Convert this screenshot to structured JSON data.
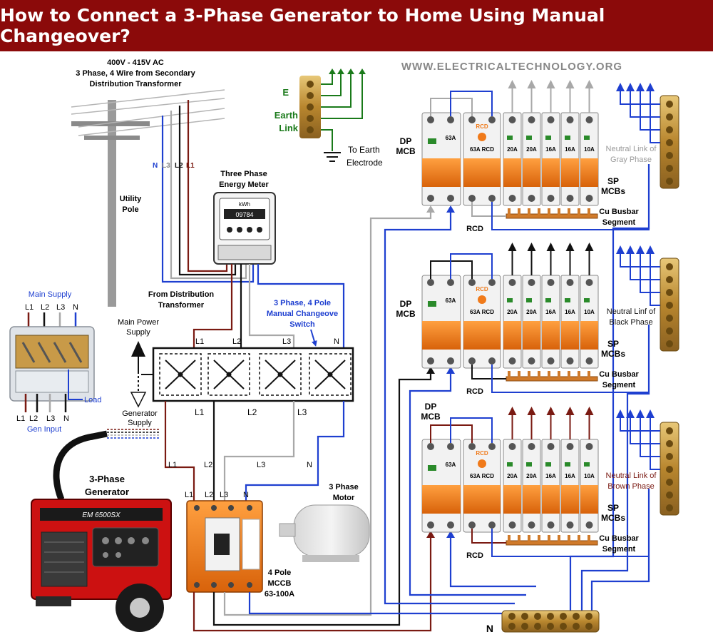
{
  "title": "How to Connect a 3-Phase Generator to Home Using Manual Changeover?",
  "website": "WWW.ELECTRICALTECHNOLOGY.ORG",
  "supply": {
    "line1": "400V - 415V AC",
    "line2": "3 Phase, 4 Wire from Secondary",
    "line3": "Distribution Transformer",
    "conductors": [
      "N",
      "L3",
      "L2",
      "L1"
    ]
  },
  "pole": {
    "label1": "Utility",
    "label2": "Pole"
  },
  "earth": {
    "e_label": "E",
    "link_label1": "Earth",
    "link_label2": "Link",
    "electrode1": "To Earth",
    "electrode2": "Electrode"
  },
  "meter": {
    "title1": "Three Phase",
    "title2": "Energy Meter",
    "unit": "kWh",
    "reading": "09784"
  },
  "from_transformer": {
    "line1": "From Distribution",
    "line2": "Transformer"
  },
  "changeover": {
    "title1": "3 Phase, 4 Pole",
    "title2": "Manual Changeove",
    "title3": "Switch",
    "top_labels": [
      "L1",
      "L2",
      "L3",
      "N"
    ],
    "bottom_labels": [
      "L1",
      "L2",
      "L3"
    ]
  },
  "main_power": {
    "line1": "Main Power",
    "line2": "Supply"
  },
  "generator_supply": {
    "line1": "Generator",
    "line2": "Supply"
  },
  "inset_switch": {
    "title": "Main Supply",
    "top_labels": [
      "L1",
      "L2",
      "L3",
      "N"
    ],
    "load": "Load",
    "bottom_labels": [
      "L1",
      "L2",
      "L3",
      "N"
    ],
    "gen_input": "Gen Input"
  },
  "generator": {
    "title1": "3-Phase",
    "title2": "Generator",
    "model": "EM 6500SX"
  },
  "mccb_wires": [
    "L1",
    "L2",
    "L3",
    "N"
  ],
  "mccb": {
    "terminals": [
      "L1",
      "L2",
      "L3",
      "N"
    ],
    "line1": "4 Pole",
    "line2": "MCCB",
    "line3": "63-100A"
  },
  "motor": {
    "line1": "3 Phase",
    "line2": "Motor"
  },
  "neutral_bus_label": "N",
  "panels": [
    {
      "name": "gray",
      "dp_label": "DP",
      "dp_label2": "MCB",
      "dp_rating": "63A",
      "rcd_tag": "RCD",
      "rcd_rating": "63A RCD",
      "ratings": [
        "20A",
        "20A",
        "16A",
        "16A",
        "10A"
      ],
      "neutral1": "Neutral Link of",
      "neutral2": "Gray Phase",
      "sp1": "SP",
      "sp2": "MCBs",
      "busbar1": "Cu Busbar",
      "busbar2": "Segment",
      "rcd_label": "RCD",
      "phase_color": "#a8a8a8"
    },
    {
      "name": "black",
      "dp_label": "DP",
      "dp_label2": "MCB",
      "dp_rating": "63A",
      "rcd_tag": "RCD",
      "rcd_rating": "63A RCD",
      "ratings": [
        "20A",
        "20A",
        "16A",
        "16A",
        "10A"
      ],
      "neutral1": "Neutral Linf of",
      "neutral2": "Black Phase",
      "sp1": "SP",
      "sp2": "MCBs",
      "busbar1": "Cu Busbar",
      "busbar2": "Segment",
      "rcd_label": "RCD",
      "phase_color": "#111111"
    },
    {
      "name": "brown",
      "dp_label": "DP",
      "dp_label2": "MCB",
      "dp_rating": "63A",
      "rcd_tag": "RCD",
      "rcd_rating": "63A RCD",
      "ratings": [
        "20A",
        "20A",
        "16A",
        "16A",
        "10A"
      ],
      "neutral1": "Neutral Link of",
      "neutral2": "Brown Phase",
      "sp1": "SP",
      "sp2": "MCBs",
      "busbar1": "Cu Busbar",
      "busbar2": "Segment",
      "rcd_label": "RCD",
      "phase_color": "#7a1a12"
    }
  ],
  "colors": {
    "banner": "#8b0a0a",
    "neutral_blue": "#1e3fd0",
    "earth_green": "#1a7a1a",
    "l1_brown": "#7a1a12",
    "l2_black": "#111111",
    "l3_gray": "#a8a8a8",
    "orange": "#f07a1a",
    "brass": "#c9a04a",
    "generator_red": "#cc1111"
  }
}
